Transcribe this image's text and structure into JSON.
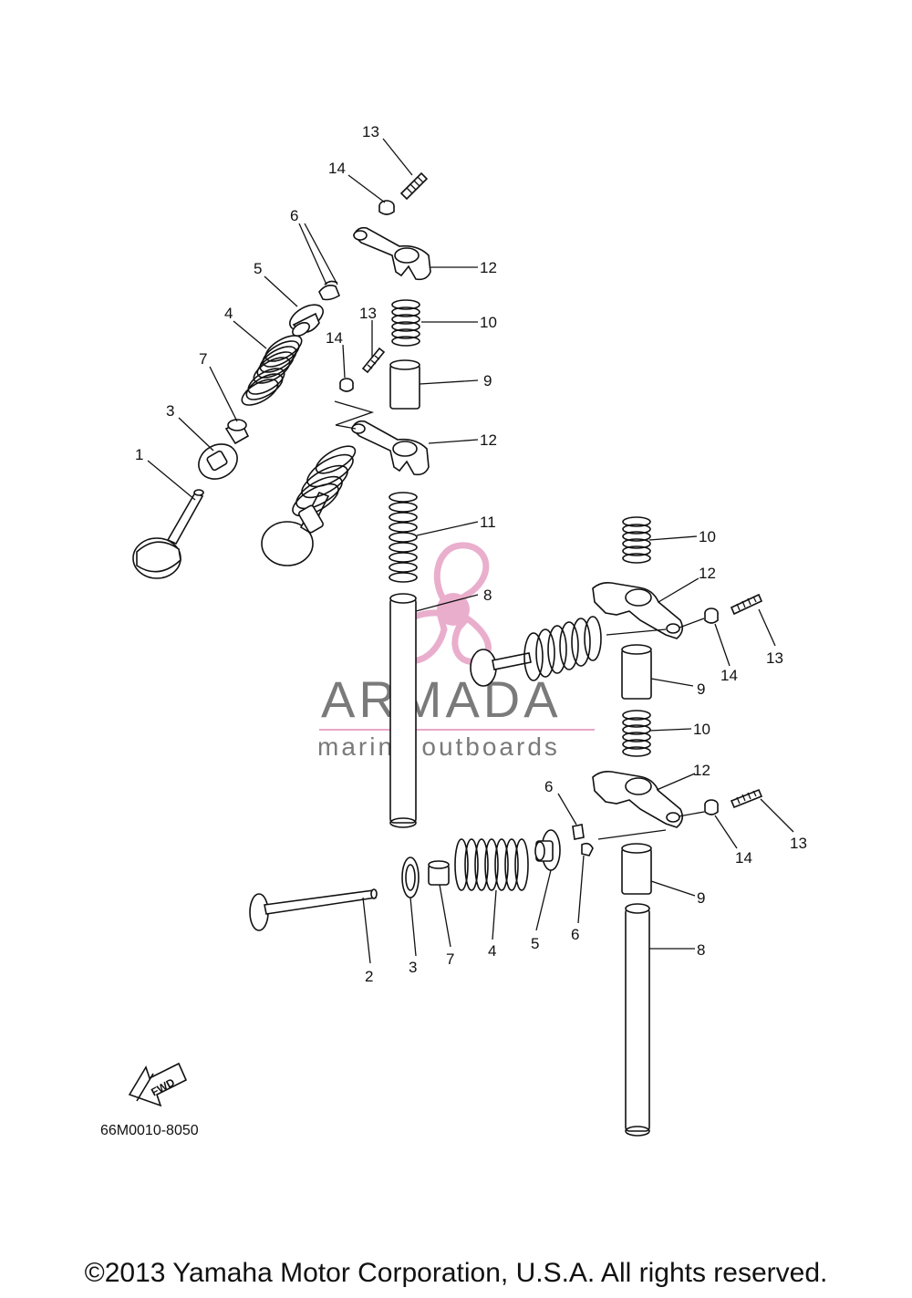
{
  "diagram": {
    "part_code": "66M0010-8050",
    "fwd_label": "FWD",
    "copyright": "©2013 Yamaha Motor Corporation, U.S.A. All rights reserved.",
    "callouts": {
      "c1": "1",
      "c2": "2",
      "c3a": "3",
      "c3b": "3",
      "c4a": "4",
      "c4b": "4",
      "c5a": "5",
      "c5b": "5",
      "c6a": "6",
      "c6b": "6",
      "c6c": "6",
      "c7a": "7",
      "c7b": "7",
      "c8a": "8",
      "c8b": "8",
      "c9a": "9",
      "c9b": "9",
      "c9c": "9",
      "c10a": "10",
      "c10b": "10",
      "c10c": "10",
      "c11": "11",
      "c12a": "12",
      "c12b": "12",
      "c12c": "12",
      "c12d": "12",
      "c13a": "13",
      "c13b": "13",
      "c13c": "13",
      "c13d": "13",
      "c14a": "14",
      "c14b": "14",
      "c14c": "14",
      "c14d": "14"
    }
  },
  "watermark": {
    "title": "ARMADA",
    "subtitle": "marine outboards",
    "color": "#e8a6c8",
    "text_color": "#7a7a7a"
  }
}
